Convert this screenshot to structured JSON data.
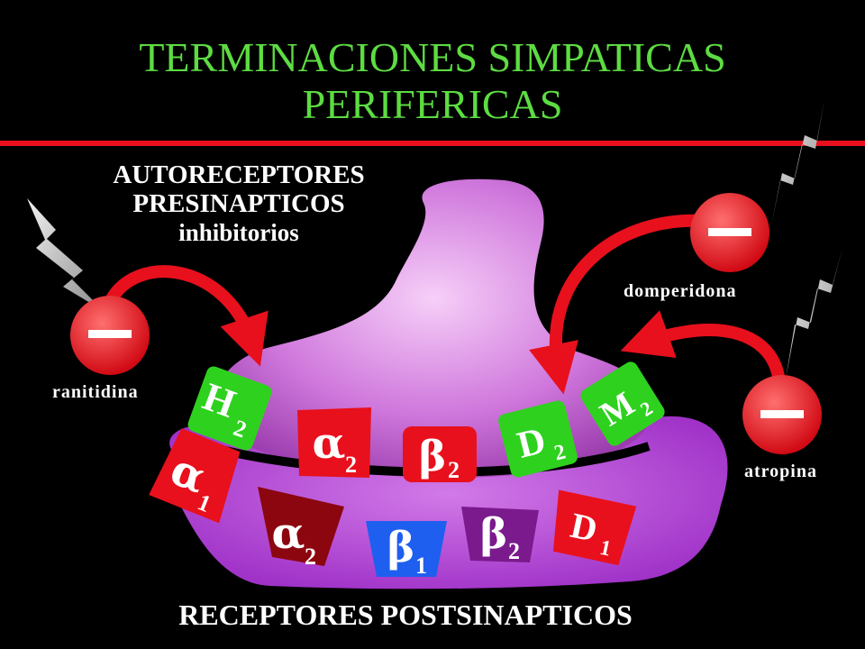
{
  "title": {
    "line1": "TERMINACIONES SIMPATICAS",
    "line2": "PERIFERICAS"
  },
  "presynaptic": {
    "line1": "AUTORECEPTORES",
    "line2": "PRESINAPTICOS",
    "line3": "inhibitorios"
  },
  "postsynaptic_label": "RECEPTORES POSTSINAPTICOS",
  "drugs": {
    "ranitidina": "ranitidina",
    "domperidona": "domperidona",
    "atropina": "atropina"
  },
  "receptors_pre": [
    {
      "letter": "H",
      "sub": "2"
    },
    {
      "letter": "α",
      "sub": "2"
    },
    {
      "letter": "β",
      "sub": "2"
    },
    {
      "letter": "D",
      "sub": "2"
    },
    {
      "letter": "M",
      "sub": "2"
    }
  ],
  "receptors_post": [
    {
      "letter": "α",
      "sub": "1"
    },
    {
      "letter": "α",
      "sub": "2"
    },
    {
      "letter": "β",
      "sub": "1"
    },
    {
      "letter": "β",
      "sub": "2"
    },
    {
      "letter": "D",
      "sub": "1"
    }
  ],
  "inhibit_sign": "—",
  "colors": {
    "title": "#5ddc42",
    "line": "#e8101c",
    "green": "#2fd11f",
    "red": "#e8101c",
    "darkred": "#8c0610",
    "blue": "#1f5ff0",
    "purple": "#7a1a8c",
    "neuron": "#cc66e0"
  }
}
